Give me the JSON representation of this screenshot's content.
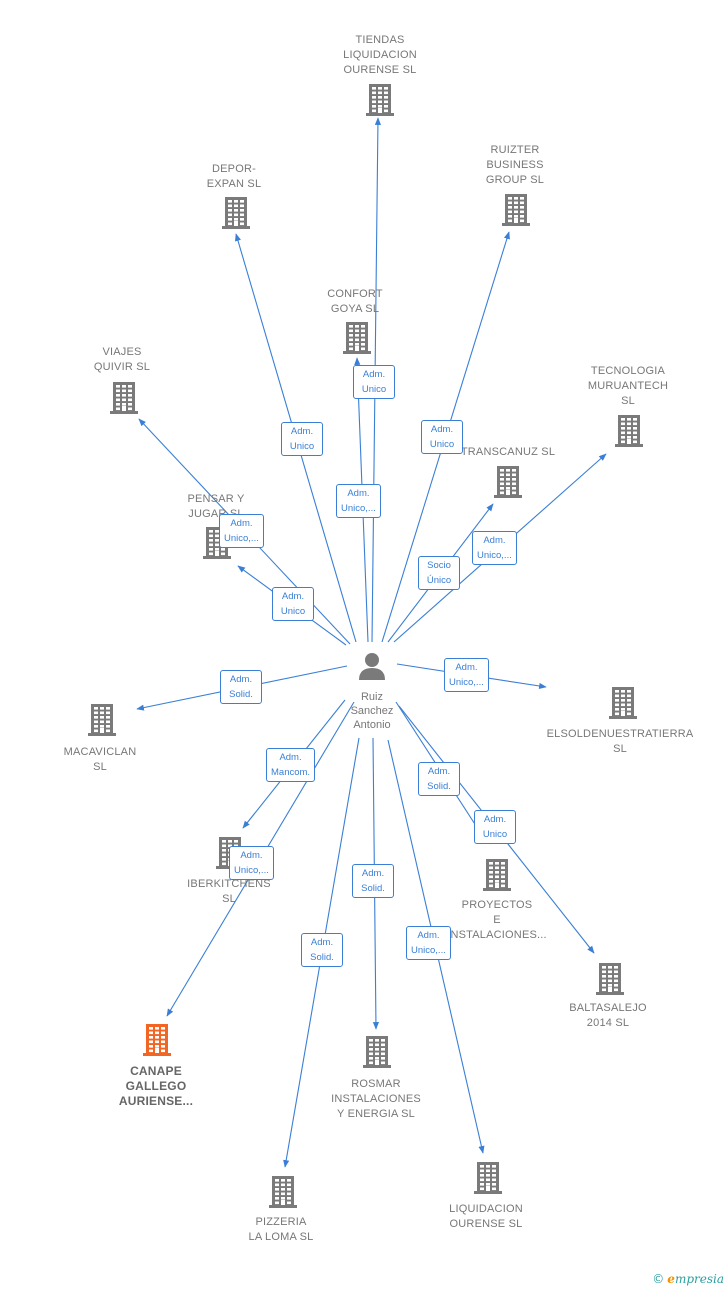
{
  "colors": {
    "edge": "#3a7fd5",
    "building": "#7a7a7a",
    "highlight_building": "#f26522",
    "label": "#777777",
    "person": "#7a7a7a"
  },
  "center": {
    "name": "Ruiz\nSanchez\nAntonio",
    "icon": "person-icon"
  },
  "companies": [
    {
      "id": "tiendas",
      "name": "TIENDAS\nLIQUIDACION\nOURENSE  SL",
      "icon": "building-icon",
      "highlight": false
    },
    {
      "id": "depor",
      "name": "DEPOR-\nEXPAN SL",
      "icon": "building-icon",
      "highlight": false
    },
    {
      "id": "ruizter",
      "name": "RUIZTER\nBUSINESS\nGROUP  SL",
      "icon": "building-icon",
      "highlight": false
    },
    {
      "id": "confort",
      "name": "CONFORT\nGOYA SL",
      "icon": "building-icon",
      "highlight": false
    },
    {
      "id": "viajes",
      "name": "VIAJES\nQUIVIR  SL",
      "icon": "building-icon",
      "highlight": false
    },
    {
      "id": "tecnologia",
      "name": "TECNOLOGIA\nMURUANTECH\nSL",
      "icon": "building-icon",
      "highlight": false
    },
    {
      "id": "transcanuz",
      "name": "TRANSCANUZ SL",
      "icon": "building-icon",
      "highlight": false
    },
    {
      "id": "pensar",
      "name": "PENSAR Y\nJUGAR SL",
      "icon": "building-icon",
      "highlight": false
    },
    {
      "id": "macaviclan",
      "name": "MACAVICLAN\nSL",
      "icon": "building-icon",
      "highlight": false
    },
    {
      "id": "elsolde",
      "name": "ELSOLDENUESTRATIERRA\nSL",
      "icon": "building-icon",
      "highlight": false
    },
    {
      "id": "iberkitchens",
      "name": "IBERKITCHENS\nSL",
      "icon": "building-icon",
      "highlight": false
    },
    {
      "id": "proyectos",
      "name": "PROYECTOS\nE\nINSTALACIONES...",
      "icon": "building-icon",
      "highlight": false
    },
    {
      "id": "baltasalejo",
      "name": "BALTASALEJO\n2014  SL",
      "icon": "building-icon",
      "highlight": false
    },
    {
      "id": "canape",
      "name": "CANAPE\nGALLEGO\nAURIENSE...",
      "icon": "building-icon",
      "highlight": true
    },
    {
      "id": "rosmar",
      "name": "ROSMAR\nINSTALACIONES\nY ENERGIA  SL",
      "icon": "building-icon",
      "highlight": false
    },
    {
      "id": "pizzeria",
      "name": "PIZZERIA\nLA LOMA  SL",
      "icon": "building-icon",
      "highlight": false
    },
    {
      "id": "liquidacion",
      "name": "LIQUIDACION\nOURENSE  SL",
      "icon": "building-icon",
      "highlight": false
    }
  ],
  "relations": [
    {
      "target": "tiendas",
      "role": "Adm.\nUnico"
    },
    {
      "target": "depor",
      "role": "Adm.\nUnico"
    },
    {
      "target": "confort",
      "role": "Adm.\nUnico,..."
    },
    {
      "target": "ruizter",
      "role": "Adm.\nUnico"
    },
    {
      "target": "viajes",
      "role": "Adm.\nUnico,..."
    },
    {
      "target": "pensar",
      "role": "Adm.\nUnico"
    },
    {
      "target": "transcanuz",
      "role": "Socio\nÚnico"
    },
    {
      "target": "tecnologia",
      "role": "Adm.\nUnico,..."
    },
    {
      "target": "macaviclan",
      "role": "Adm.\nSolid."
    },
    {
      "target": "elsolde",
      "role": "Adm.\nUnico,..."
    },
    {
      "target": "iberkitchens",
      "role": "Adm.\nMancom."
    },
    {
      "target": "canape",
      "role": "Adm.\nUnico,..."
    },
    {
      "target": "proyectos",
      "role": "Adm.\nSolid."
    },
    {
      "target": "baltasalejo",
      "role": "Adm.\nUnico"
    },
    {
      "target": "rosmar",
      "role": "Adm.\nSolid."
    },
    {
      "target": "pizzeria",
      "role": "Adm.\nSolid."
    },
    {
      "target": "liquidacion",
      "role": "Adm.\nUnico,..."
    }
  ],
  "brand": {
    "copyright": "©",
    "initial": "e",
    "rest": "mpresia"
  }
}
